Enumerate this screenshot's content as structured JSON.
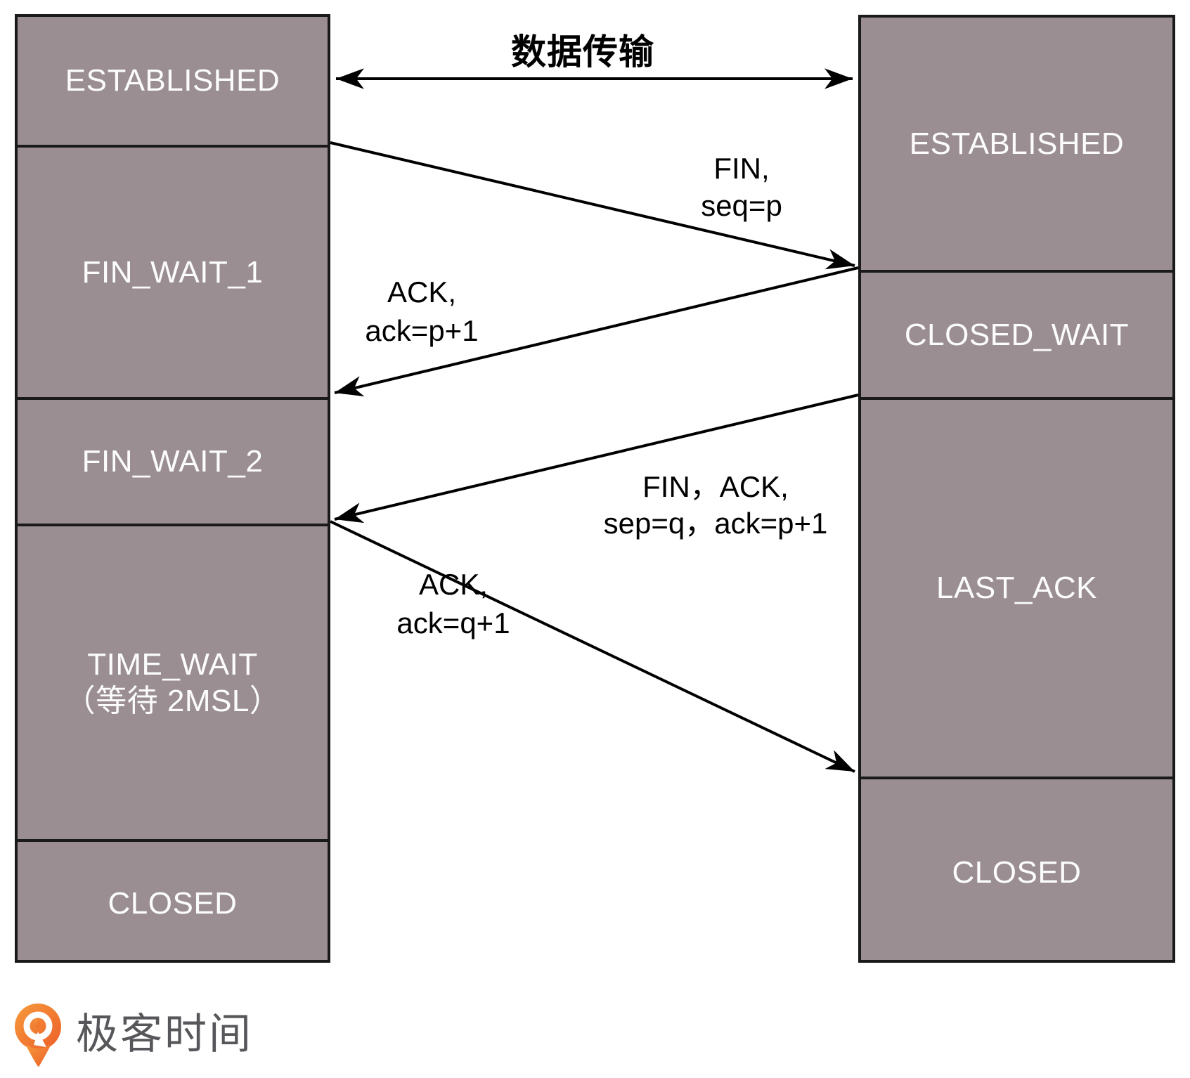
{
  "colors": {
    "box_fill": "#9a8e93",
    "box_border": "#1a1a1a",
    "state_text": "#fcfcfc",
    "arrow_color": "#000000",
    "logo_orange": "#ec5f28",
    "logo_orange_light": "#f79a3c",
    "logo_text_color": "#57575b"
  },
  "client_column": {
    "states": [
      {
        "label": "ESTABLISHED"
      },
      {
        "label": "FIN_WAIT_1"
      },
      {
        "label": "FIN_WAIT_2"
      },
      {
        "label": "TIME_WAIT",
        "sub_label": "（等待 2MSL）"
      },
      {
        "label": "CLOSED"
      }
    ]
  },
  "server_column": {
    "states": [
      {
        "label": "ESTABLISHED"
      },
      {
        "label": "CLOSED_WAIT"
      },
      {
        "label": "LAST_ACK"
      },
      {
        "label": "CLOSED"
      }
    ]
  },
  "arrows": {
    "data_transfer": {
      "label": "数据传输"
    },
    "fin": {
      "line1": "FIN,",
      "line2": "seq=p"
    },
    "ack_p": {
      "line1": "ACK,",
      "line2": "ack=p+1"
    },
    "fin_ack": {
      "line1": "FIN，ACK,",
      "line2": "sep=q，ack=p+1"
    },
    "ack_q": {
      "line1": "ACK,",
      "line2": "ack=q+1"
    }
  },
  "footer": {
    "logo_text": "极客时间"
  }
}
